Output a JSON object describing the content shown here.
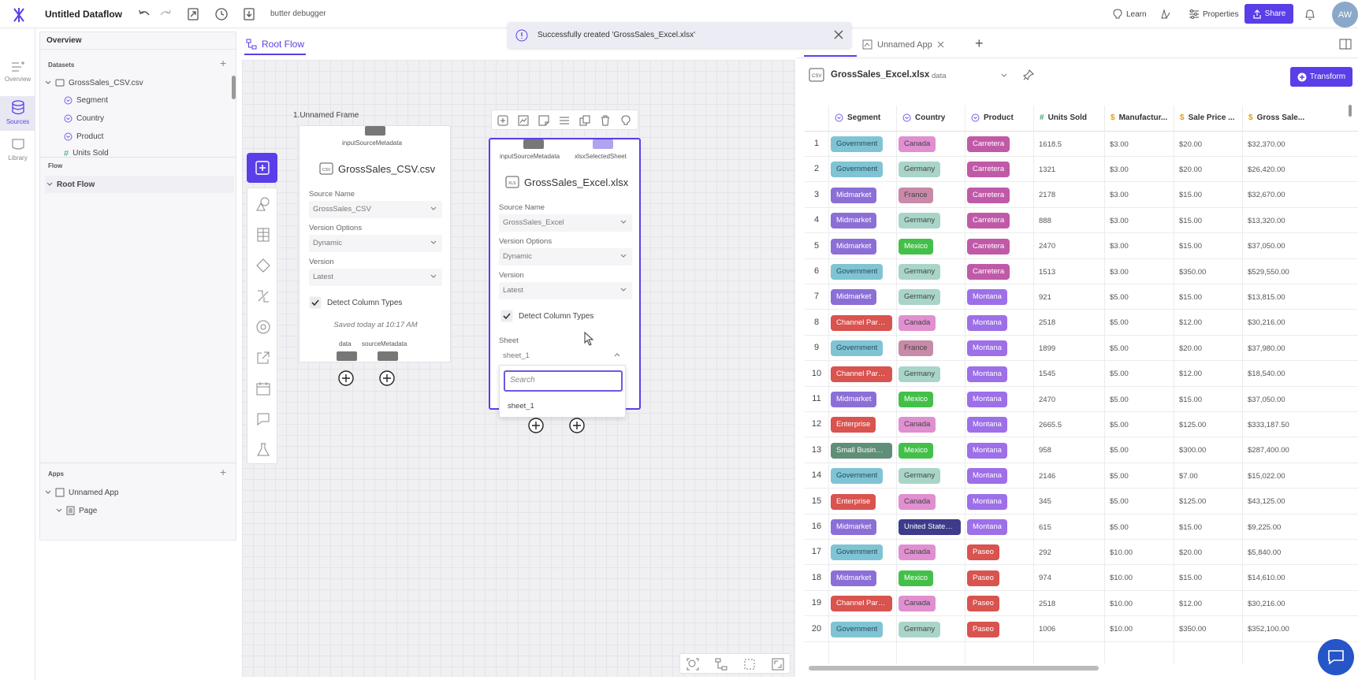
{
  "app": {
    "title": "Untitled Dataflow",
    "subtitle": "butter debugger",
    "learn": "Learn",
    "properties": "Properties",
    "share": "Share",
    "avatar": "AW"
  },
  "rail": [
    {
      "label": "Overview",
      "icon": "overview-icon"
    },
    {
      "label": "Sources",
      "icon": "database-icon"
    },
    {
      "label": "Library",
      "icon": "library-icon"
    }
  ],
  "sidebar": {
    "overview": "Overview",
    "datasets_header": "Datasets",
    "dataset_name": "GrossSales_CSV.csv",
    "columns": [
      "Segment",
      "Country",
      "Product",
      "Units Sold"
    ],
    "flow_header": "Flow",
    "root_flow": "Root Flow",
    "apps_header": "Apps",
    "app_name": "Unnamed App",
    "page_name": "Page"
  },
  "canvas": {
    "tab": "Root Flow",
    "toast": "Successfully created 'GrossSales_Excel.xlsx'",
    "frame_label": "1.Unnamed Frame",
    "node1": {
      "input_port": "inputSourceMetadata",
      "title": "GrossSales_CSV.csv",
      "source_name_label": "Source Name",
      "source_name": "GrossSales_CSV",
      "version_options_label": "Version Options",
      "version_options": "Dynamic",
      "version_label": "Version",
      "version": "Latest",
      "detect_label": "Detect Column Types",
      "saved": "Saved today at 10:17 AM",
      "out_data": "data",
      "out_meta": "sourceMetadata"
    },
    "node2": {
      "input_port": "inputSourceMetadata",
      "input_port2": "xlsxSelectedSheet",
      "title": "GrossSales_Excel.xlsx",
      "source_name_label": "Source Name",
      "source_name": "GrossSales_Excel",
      "version_options_label": "Version Options",
      "version_options": "Dynamic",
      "version_label": "Version",
      "version": "Latest",
      "detect_label": "Detect Column Types",
      "sheet_label": "Sheet",
      "sheet": "sheet_1",
      "search_placeholder": "Search",
      "option": "sheet_1"
    }
  },
  "right_panel": {
    "app_tab": "Unnamed App",
    "dataset_title": "GrossSales_Excel.xlsx",
    "dataset_type": "data",
    "transform": "Transform",
    "columns": [
      "Segment",
      "Country",
      "Product",
      "Units Sold",
      "Manufactur...",
      "Sale Price ...",
      "Gross Sale..."
    ],
    "rows": [
      [
        "1",
        "Government",
        "Canada",
        "Carretera",
        "1618.5",
        "$3.00",
        "$20.00",
        "$32,370.00"
      ],
      [
        "2",
        "Government",
        "Germany",
        "Carretera",
        "1321",
        "$3.00",
        "$20.00",
        "$26,420.00"
      ],
      [
        "3",
        "Midmarket",
        "France",
        "Carretera",
        "2178",
        "$3.00",
        "$15.00",
        "$32,670.00"
      ],
      [
        "4",
        "Midmarket",
        "Germany",
        "Carretera",
        "888",
        "$3.00",
        "$15.00",
        "$13,320.00"
      ],
      [
        "5",
        "Midmarket",
        "Mexico",
        "Carretera",
        "2470",
        "$3.00",
        "$15.00",
        "$37,050.00"
      ],
      [
        "6",
        "Government",
        "Germany",
        "Carretera",
        "1513",
        "$3.00",
        "$350.00",
        "$529,550.00"
      ],
      [
        "7",
        "Midmarket",
        "Germany",
        "Montana",
        "921",
        "$5.00",
        "$15.00",
        "$13,815.00"
      ],
      [
        "8",
        "Channel Partn...",
        "Canada",
        "Montana",
        "2518",
        "$5.00",
        "$12.00",
        "$30,216.00"
      ],
      [
        "9",
        "Government",
        "France",
        "Montana",
        "1899",
        "$5.00",
        "$20.00",
        "$37,980.00"
      ],
      [
        "10",
        "Channel Partn...",
        "Germany",
        "Montana",
        "1545",
        "$5.00",
        "$12.00",
        "$18,540.00"
      ],
      [
        "11",
        "Midmarket",
        "Mexico",
        "Montana",
        "2470",
        "$5.00",
        "$15.00",
        "$37,050.00"
      ],
      [
        "12",
        "Enterprise",
        "Canada",
        "Montana",
        "2665.5",
        "$5.00",
        "$125.00",
        "$333,187.50"
      ],
      [
        "13",
        "Small Business",
        "Mexico",
        "Montana",
        "958",
        "$5.00",
        "$300.00",
        "$287,400.00"
      ],
      [
        "14",
        "Government",
        "Germany",
        "Montana",
        "2146",
        "$5.00",
        "$7.00",
        "$15,022.00"
      ],
      [
        "15",
        "Enterprise",
        "Canada",
        "Montana",
        "345",
        "$5.00",
        "$125.00",
        "$43,125.00"
      ],
      [
        "16",
        "Midmarket",
        "United States ...",
        "Montana",
        "615",
        "$5.00",
        "$15.00",
        "$9,225.00"
      ],
      [
        "17",
        "Government",
        "Canada",
        "Paseo",
        "292",
        "$10.00",
        "$20.00",
        "$5,840.00"
      ],
      [
        "18",
        "Midmarket",
        "Mexico",
        "Paseo",
        "974",
        "$10.00",
        "$15.00",
        "$14,610.00"
      ],
      [
        "19",
        "Channel Partn...",
        "Canada",
        "Paseo",
        "2518",
        "$10.00",
        "$12.00",
        "$30,216.00"
      ],
      [
        "20",
        "Government",
        "Germany",
        "Paseo",
        "1006",
        "$10.00",
        "$350.00",
        "$352,100.00"
      ]
    ]
  },
  "colors": {
    "accent": "#5a3ee8",
    "segment": {
      "Government": "#7fc4d4",
      "Midmarket": "#8c6fd6",
      "Channel Partn...": "#d9534f",
      "Enterprise": "#d9534f",
      "Small Business": "#5f8f78"
    },
    "country": {
      "Canada": "#e08fd0",
      "Germany": "#a8d5c8",
      "France": "#c88aa8",
      "Mexico": "#44c04a",
      "United States ...": "#3d3b8a"
    },
    "product": {
      "Carretera": "#c05aa8",
      "Montana": "#9d6fe8",
      "Paseo": "#d9534f"
    }
  }
}
